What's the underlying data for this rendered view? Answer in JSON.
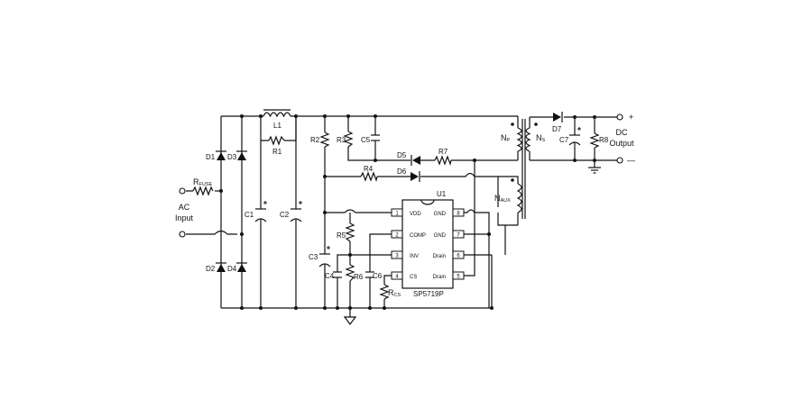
{
  "labels": {
    "rfuse_main": "R",
    "rfuse_sub": "FUSE",
    "ac_line1": "AC",
    "ac_line2": "Input",
    "d1": "D1",
    "d2": "D2",
    "d3": "D3",
    "d4": "D4",
    "l1": "L1",
    "r1": "R1",
    "c1": "C1",
    "c2": "C2",
    "r2": "R2",
    "r3": "R3",
    "c5": "C5",
    "d5": "D5",
    "r7": "R7",
    "r4": "R4",
    "d6": "D6",
    "c3": "C3",
    "r5": "R5",
    "c4": "C4",
    "r6": "R6",
    "c6": "C6",
    "rcs_main": "R",
    "rcs_sub": "CS",
    "u1": "U1",
    "chip": "SP5719P",
    "np_main": "N",
    "np_sub": "P",
    "ns_main": "N",
    "ns_sub": "S",
    "naux_main": "N",
    "naux_sub": "AUX",
    "d7": "D7",
    "c7": "C7",
    "r8": "R8",
    "dc_line1": "DC",
    "dc_line2": "Output",
    "plus": "+",
    "minus": "—"
  },
  "chip_pins": {
    "left": [
      {
        "num": "1",
        "name": "VDD"
      },
      {
        "num": "2",
        "name": "COMP"
      },
      {
        "num": "3",
        "name": "INV"
      },
      {
        "num": "4",
        "name": "CS"
      }
    ],
    "right": [
      {
        "num": "8",
        "name": "GND"
      },
      {
        "num": "7",
        "name": "GND"
      },
      {
        "num": "6",
        "name": "Drain"
      },
      {
        "num": "5",
        "name": "Drain"
      }
    ]
  }
}
